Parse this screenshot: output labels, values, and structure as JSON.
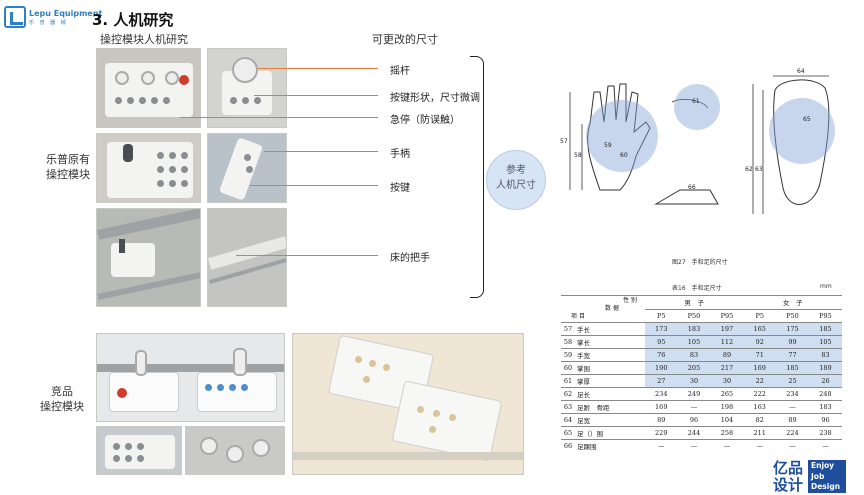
{
  "header": {
    "logo_text": "Lepu Equipment",
    "logo_sub": "乐 普 器 械",
    "title": "3. 人机研究",
    "subtitle_left": "操控模块人机研究",
    "subtitle_right": "可更改的尺寸"
  },
  "side_labels": {
    "original": [
      "乐普原有",
      "操控模块"
    ],
    "competitor": [
      "竞品",
      "操控模块"
    ]
  },
  "callouts": [
    "摇杆",
    "按键形状，尺寸微调",
    "急停（防误触）",
    "手柄",
    "按键",
    "床的把手"
  ],
  "reference": [
    "参考",
    "人机尺寸"
  ],
  "diagram_labels": {
    "hand": [
      "57",
      "58",
      "61",
      "59",
      "60",
      "66"
    ],
    "foot": [
      "64",
      "65",
      "62",
      "63"
    ]
  },
  "figure_caption": "图27　手和足的尺寸",
  "table": {
    "caption": "表16　手和足尺寸",
    "unit": "mm",
    "corner": [
      "性",
      "别",
      "数",
      "据",
      "项",
      "目"
    ],
    "groups": [
      "男　子",
      "女　子"
    ],
    "percentiles": [
      "P5",
      "P50",
      "P95",
      "P5",
      "P50",
      "P95"
    ],
    "rows": [
      {
        "no": "57",
        "name": "手长",
        "vals": [
          "173",
          "183",
          "197",
          "165",
          "175",
          "185"
        ]
      },
      {
        "no": "58",
        "name": "掌长",
        "vals": [
          "95",
          "105",
          "112",
          "92",
          "99",
          "105"
        ]
      },
      {
        "no": "59",
        "name": "手宽",
        "vals": [
          "76",
          "83",
          "89",
          "71",
          "77",
          "83"
        ]
      },
      {
        "no": "60",
        "name": "掌围",
        "vals": [
          "190",
          "205",
          "217",
          "169",
          "185",
          "189"
        ]
      },
      {
        "no": "61",
        "name": "掌厚",
        "vals": [
          "27",
          "30",
          "30",
          "22",
          "25",
          "26"
        ]
      },
      {
        "no": "62",
        "name": "足长",
        "vals": [
          "234",
          "249",
          "265",
          "222",
          "234",
          "248"
        ]
      },
      {
        "no": "63",
        "name": "足跗　骨距",
        "vals": [
          "169",
          "—",
          "198",
          "163",
          "—",
          "183"
        ]
      },
      {
        "no": "64",
        "name": "足宽",
        "vals": [
          "89",
          "96",
          "104",
          "82",
          "89",
          "96"
        ]
      },
      {
        "no": "65",
        "name": "足（）围",
        "vals": [
          "229",
          "244",
          "258",
          "211",
          "224",
          "238"
        ]
      },
      {
        "no": "66",
        "name": "足踝围",
        "vals": [
          "—",
          "—",
          "—",
          "—",
          "—",
          "—"
        ]
      }
    ]
  },
  "brand": {
    "cn": "亿品设计",
    "en": [
      "Enjoy",
      "Job",
      "Design"
    ]
  }
}
